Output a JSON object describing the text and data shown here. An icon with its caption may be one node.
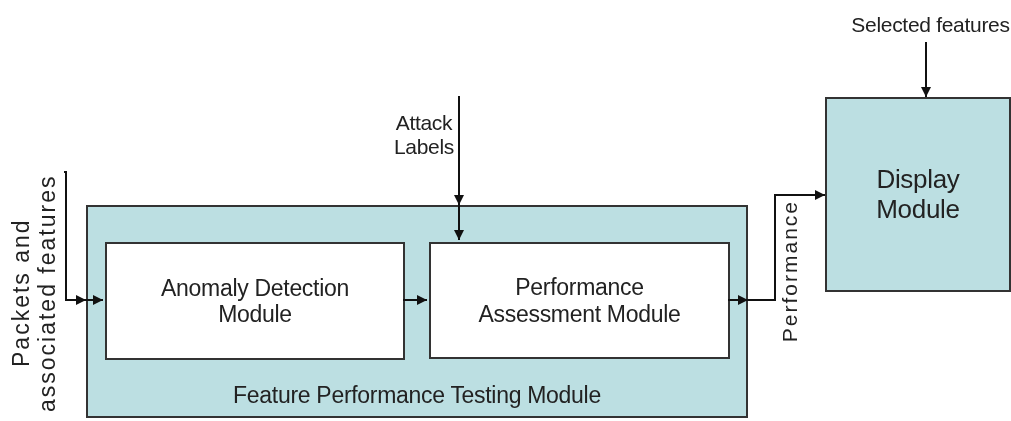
{
  "diagram": {
    "nodes": [
      {
        "text": [
          "Packets and associated features"
        ]
      },
      {
        "text": [
          "Feature Performance Testing Module"
        ]
      },
      {
        "text": [
          "Anomaly Detection Module"
        ],
        "in": 1
      },
      {
        "text": [
          "Performance Assessment Module"
        ],
        "in": 1
      },
      {
        "text": [
          "Attack Labels"
        ]
      },
      {
        "text": [
          "Display Module"
        ]
      },
      {
        "text": [
          "Selected features"
        ]
      }
    ],
    "edges": [
      {
        "from": 0,
        "to": 1,
        "arrow": "to"
      },
      {
        "from": 1,
        "to": 2,
        "arrow": "to"
      },
      {
        "from": 4,
        "to": 1,
        "arrow": "to"
      },
      {
        "from": 1,
        "to": 3,
        "arrow": "to"
      },
      {
        "from": 2,
        "to": 3,
        "arrow": "to"
      },
      {
        "from": 3,
        "to": 1,
        "arrow": "to"
      },
      {
        "from": 1,
        "to": 5,
        "label": "Performance",
        "arrow": "to"
      },
      {
        "from": 6,
        "to": 5,
        "arrow": "to"
      }
    ]
  }
}
